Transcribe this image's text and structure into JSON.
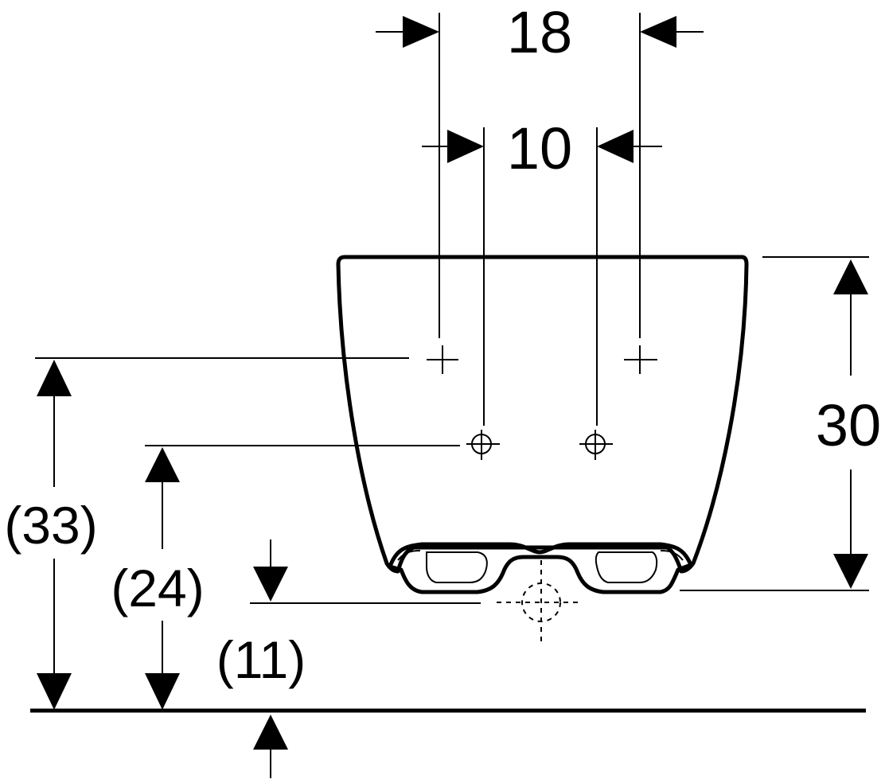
{
  "dimensions": {
    "top_width": "18",
    "inner_width": "10",
    "height": "30",
    "upper_fixing_height": "(33)",
    "lower_fixing_height": "(24)",
    "outlet_height": "(11)"
  },
  "colors": {
    "line": "#000000",
    "background": "#ffffff"
  }
}
